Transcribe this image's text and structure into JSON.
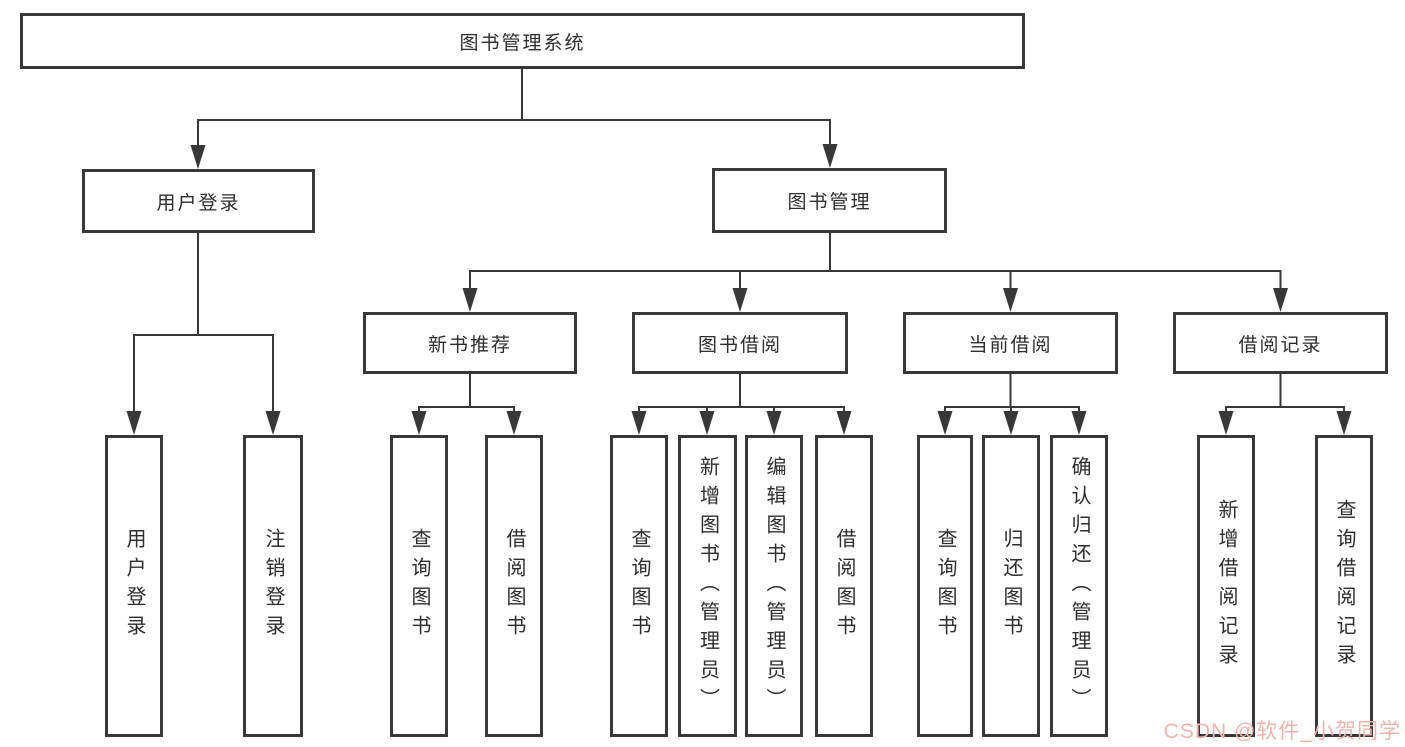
{
  "diagram": {
    "root": {
      "label": "图书管理系统"
    },
    "branches": [
      {
        "label": "用户登录",
        "children": [
          {
            "label": "用户登录"
          },
          {
            "label": "注销登录"
          }
        ]
      },
      {
        "label": "图书管理",
        "children": [
          {
            "label": "新书推荐",
            "children": [
              {
                "label": "查询图书"
              },
              {
                "label": "借阅图书"
              }
            ]
          },
          {
            "label": "图书借阅",
            "children": [
              {
                "label": "查询图书"
              },
              {
                "label": "新增图书（管理员）"
              },
              {
                "label": "编辑图书（管理员）"
              },
              {
                "label": "借阅图书"
              }
            ]
          },
          {
            "label": "当前借阅",
            "children": [
              {
                "label": "查询图书"
              },
              {
                "label": "归还图书"
              },
              {
                "label": "确认归还（管理员）"
              }
            ]
          },
          {
            "label": "借阅记录",
            "children": [
              {
                "label": "新增借阅记录"
              },
              {
                "label": "查询借阅记录"
              }
            ]
          }
        ]
      }
    ]
  },
  "watermark": {
    "text": "CSDN @软件_小贺同学",
    "color": "#f2b3ab"
  },
  "colors": {
    "background": "#ffffff",
    "line": "#383838",
    "node_border": "#383838",
    "text": "#2d2d2d"
  }
}
